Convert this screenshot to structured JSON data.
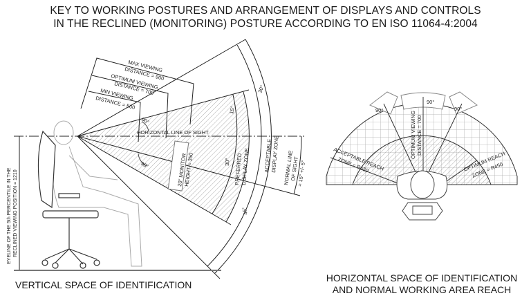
{
  "title": {
    "line1": "KEY TO WORKING POSTURES AND ARRANGEMENT OF DISPLAYS AND CONTROLS",
    "line2": "IN THE RECLINED (MONITORING) POSTURE ACCORDING TO EN ISO 11064-4:2004"
  },
  "vertical": {
    "caption": "VERTICAL SPACE OF IDENTIFICATION",
    "max_viewing_1": "MAX VIEWING",
    "max_viewing_2": "DISTANCE = 900",
    "opt_viewing_1": "OPTIMUM VIEWING",
    "opt_viewing_2": "DISTANCE = 700",
    "min_viewing_1": "MIN VIEWING",
    "min_viewing_2": "DISTANCE = 500",
    "horizontal_line": "HORIZONTAL LINE OF SIGHT",
    "angle_90_top": "90°",
    "angle_90_bottom": "90°",
    "monitor_1": "20\" MONITOR",
    "monitor_2": "HEIGHT = 350",
    "angle_15": "15°",
    "angle_30_up": "30°",
    "angle_30_down": "30°",
    "angle_45": "45°",
    "preferred_1": "PREFERRED",
    "preferred_2": "DISPLAY ZONE",
    "acceptable_1": "ACCEPTABLE",
    "acceptable_2": "DISPLAY ZONE",
    "normal_1": "NORMAL LINE",
    "normal_2": "OF SIGHT",
    "normal_3": "= 15° +/- 5°",
    "eyeline_1": "EYELINE OF THE 5th PERCENTILE IN THE",
    "eyeline_2": "RECLINED VIEWING POSITION = 1210"
  },
  "horizontal": {
    "caption_1": "HORIZONTAL SPACE OF IDENTIFICATION",
    "caption_2": "AND NORMAL WORKING AREA REACH",
    "opt_viewing_1": "OPTIMUM VIEWING",
    "opt_viewing_2": "DISTANCE = 700",
    "acceptable_1": "ACCEPTABLE REACH",
    "acceptable_2": "ZONE = R650",
    "optimum_1": "OPTIMUM REACH",
    "optimum_2": "ZONE = R450",
    "angle_left": "90°",
    "angle_center": "90°",
    "angle_right": "90°"
  }
}
